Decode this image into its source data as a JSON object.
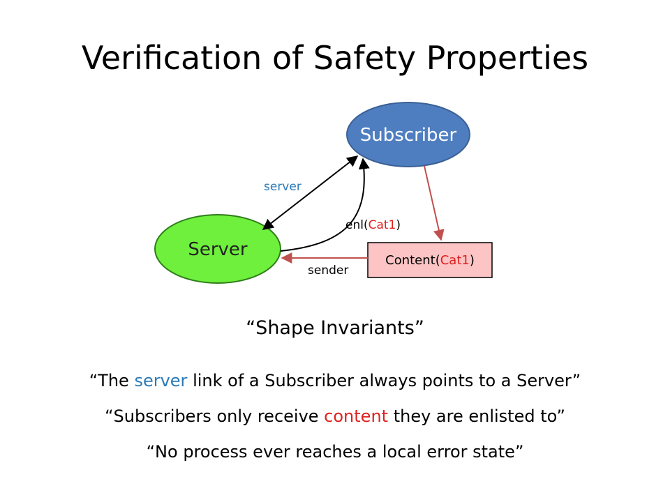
{
  "title": "Verification of Safety Properties",
  "diagram": {
    "nodes": {
      "subscriber": "Subscriber",
      "server": "Server",
      "content_prefix": "Content(",
      "content_arg": "Cat1",
      "content_suffix": ")"
    },
    "edges": {
      "server_label": "server",
      "enl_prefix": "enl(",
      "enl_arg": "Cat1",
      "enl_suffix": ")",
      "sender_label": "sender"
    },
    "colors": {
      "subscriber_fill": "#4f7ec0",
      "server_fill": "#6ef03c",
      "content_fill": "#fcc4c4",
      "highlight_blue": "#2a7ab8",
      "highlight_red": "#e02020",
      "arrow_red": "#c0504d"
    }
  },
  "heading": "“Shape Invariants”",
  "invariants": [
    {
      "pre": "“The ",
      "highlight": "server",
      "post": " link of a Subscriber always points to a Server”"
    },
    {
      "pre": "“Subscribers only receive ",
      "highlight": "content",
      "post": " they are enlisted to”"
    },
    {
      "pre": "“No process ever reaches a local error state”"
    }
  ]
}
